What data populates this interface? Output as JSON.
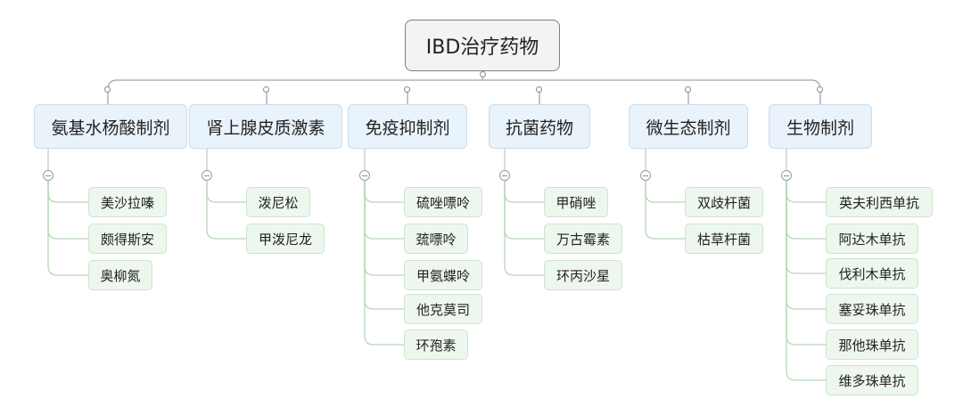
{
  "mindmap": {
    "root": "IBD治疗药物",
    "categories": [
      {
        "label": "氨基水杨酸制剂",
        "items": [
          "美沙拉嗪",
          "颇得斯安",
          "奥柳氮"
        ]
      },
      {
        "label": "肾上腺皮质激素",
        "items": [
          "泼尼松",
          "甲泼尼龙"
        ]
      },
      {
        "label": "免疫抑制剂",
        "items": [
          "硫唑嘌呤",
          "巯嘌呤",
          "甲氨蝶呤",
          "他克莫司",
          "环孢素"
        ]
      },
      {
        "label": "抗菌药物",
        "items": [
          "甲硝唑",
          "万古霉素",
          "环丙沙星"
        ]
      },
      {
        "label": "微生态制剂",
        "items": [
          "双歧杆菌",
          "枯草杆菌"
        ]
      },
      {
        "label": "生物制剂",
        "items": [
          "英夫利西单抗",
          "阿达木单抗",
          "伐利木单抗",
          "塞妥珠单抗",
          "那他珠单抗",
          "维多珠单抗"
        ]
      }
    ]
  }
}
